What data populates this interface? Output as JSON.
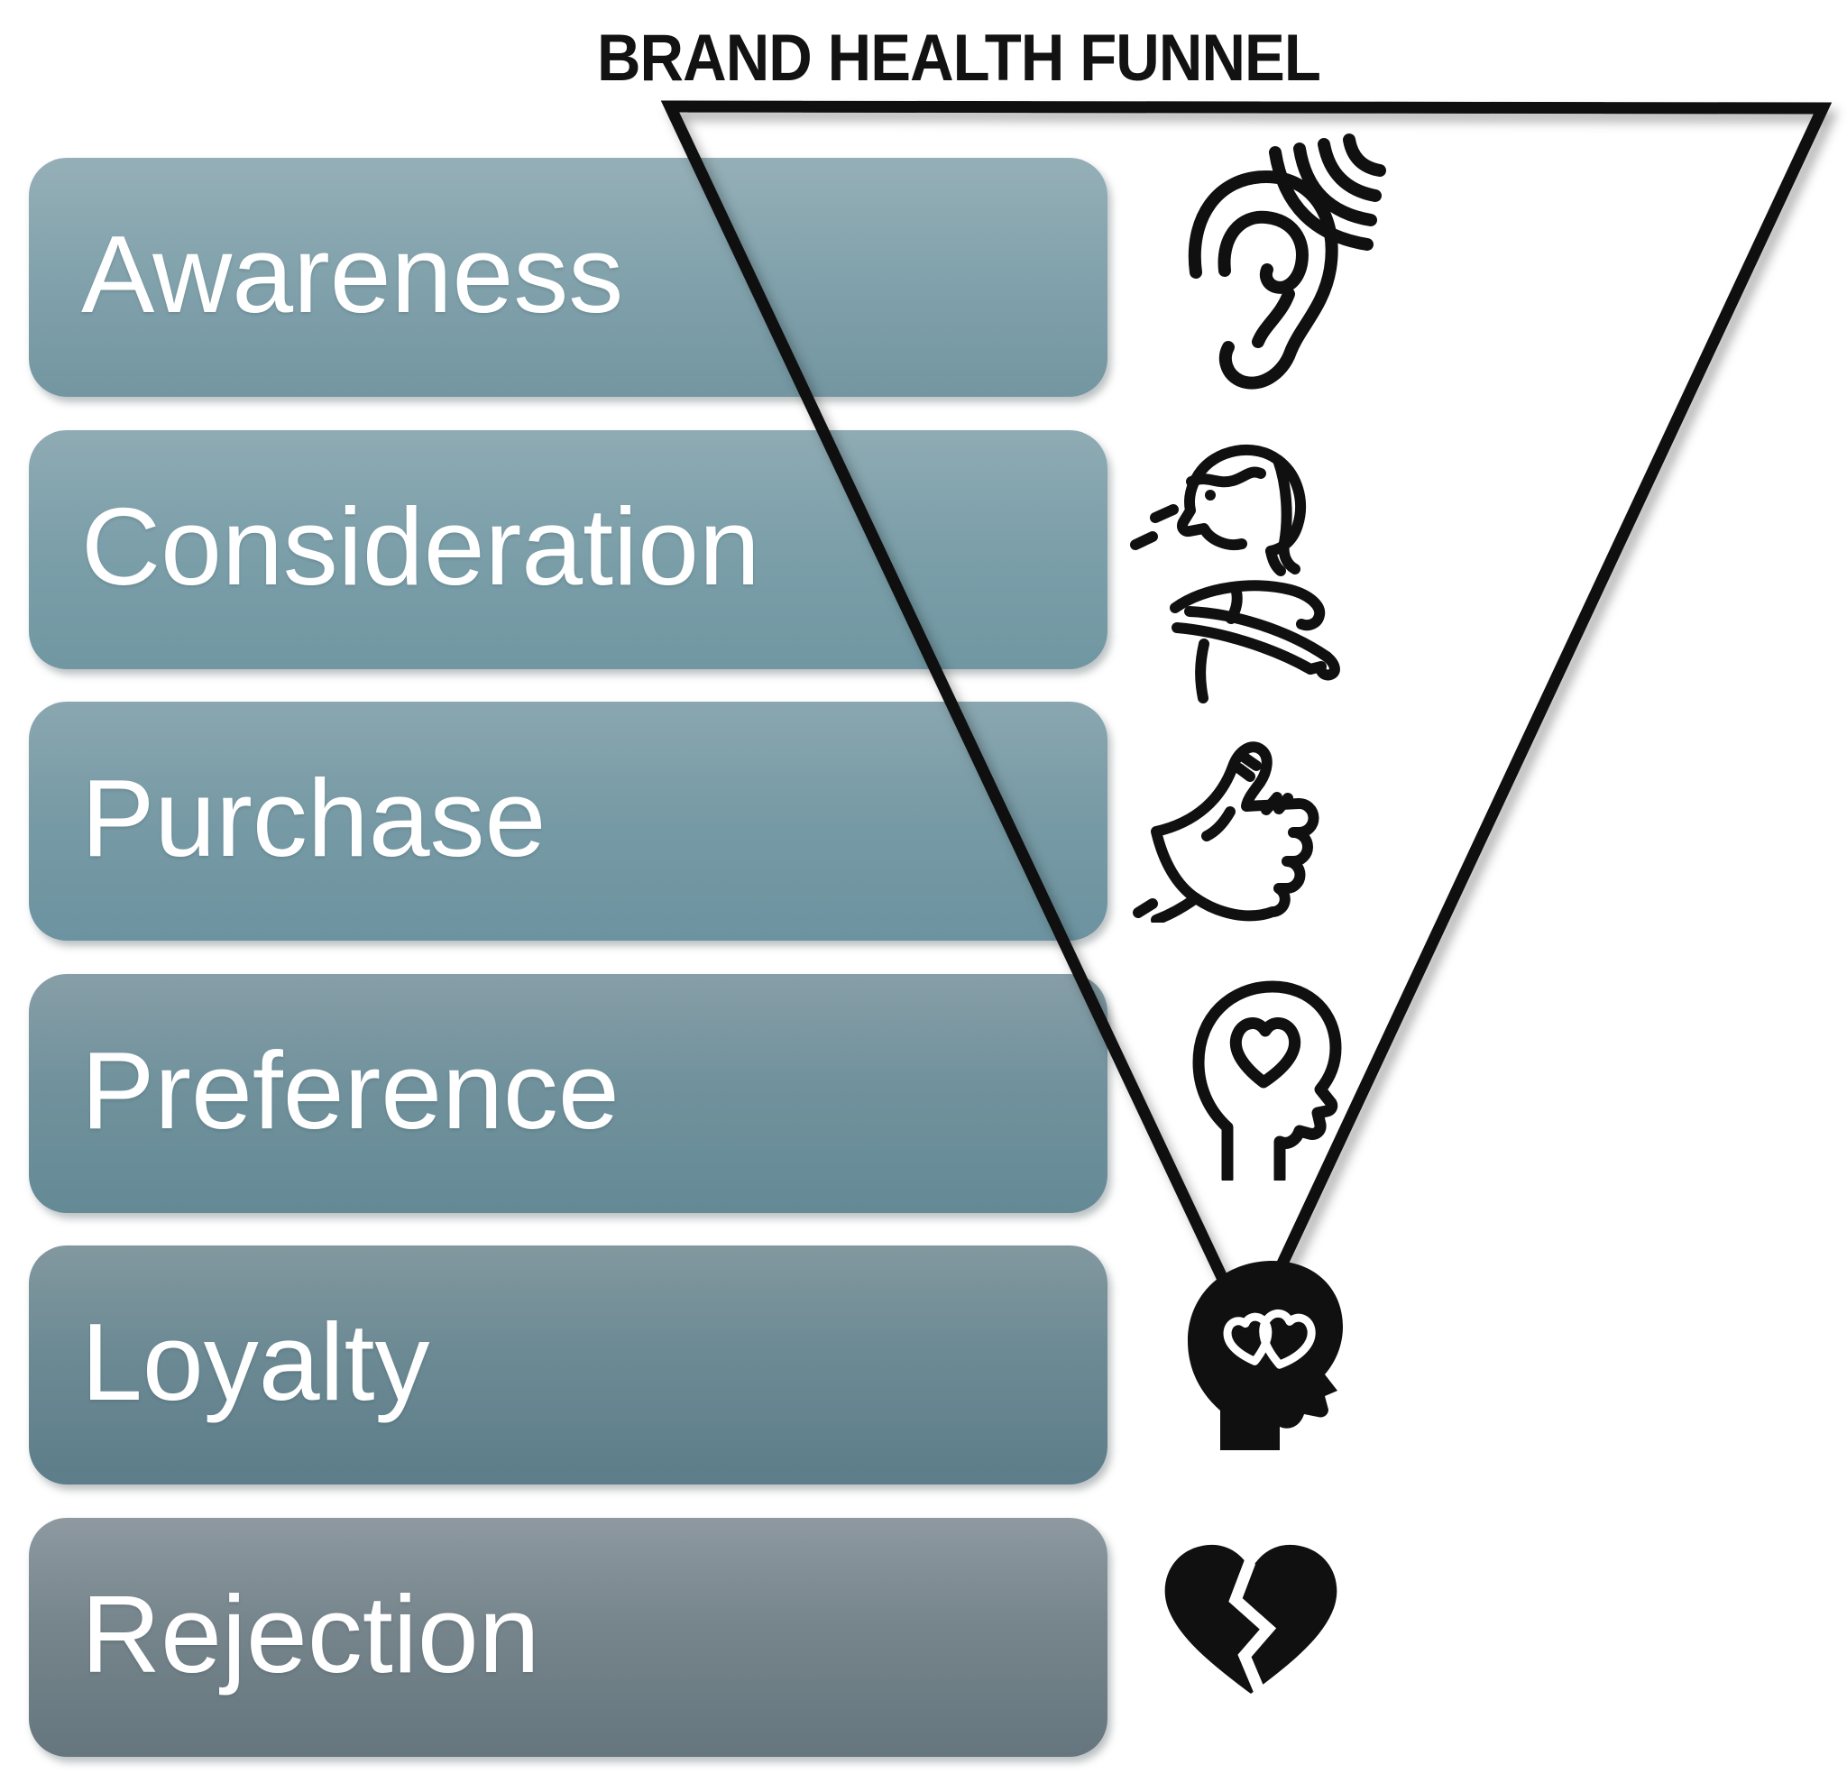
{
  "title": "BRAND HEALTH FUNNEL",
  "stages": [
    {
      "label": "Awareness",
      "icon": "ear-listening-icon",
      "colors": [
        "#95AFB7",
        "#83A3AD",
        "#7396A1"
      ]
    },
    {
      "label": "Consideration",
      "icon": "person-glancing-icon",
      "colors": [
        "#8FABB4",
        "#7DA0AA",
        "#7097A2"
      ]
    },
    {
      "label": "Purchase",
      "icon": "thumbs-up-icon",
      "colors": [
        "#8AA7B0",
        "#789BA6",
        "#6C93A0"
      ]
    },
    {
      "label": "Preference",
      "icon": "head-with-heart-icon",
      "colors": [
        "#879EA7",
        "#71929D",
        "#648A96"
      ]
    },
    {
      "label": "Loyalty",
      "icon": "head-with-linked-hearts-icon",
      "colors": [
        "#82989F",
        "#6C8A94",
        "#5C7D89"
      ]
    },
    {
      "label": "Rejection",
      "icon": "broken-heart-icon",
      "colors": [
        "#8E99A0",
        "#76858C",
        "#66767E"
      ]
    }
  ],
  "style": {
    "outline_color": "#0f0f0f",
    "label_color": "#ffffff",
    "background": "#ffffff"
  }
}
